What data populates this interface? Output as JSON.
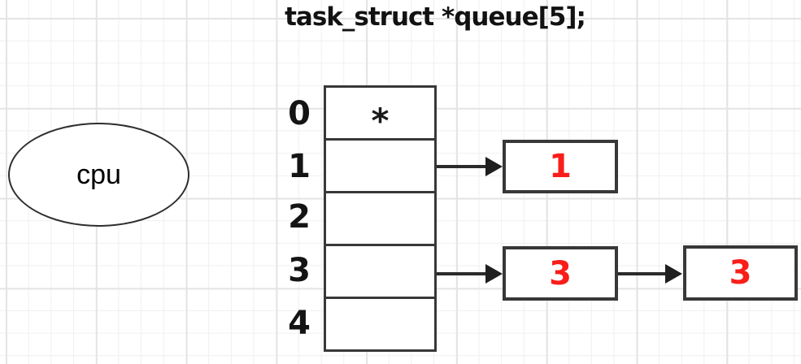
{
  "title": "task_struct *queue[5];",
  "cpu": {
    "label": "cpu"
  },
  "array": {
    "indices": [
      "0",
      "1",
      "2",
      "3",
      "4"
    ],
    "cells": [
      "*",
      "",
      "",
      "",
      ""
    ]
  },
  "nodes": {
    "queue1_a": "1",
    "queue3_a": "3",
    "queue3_b": "3"
  },
  "colors": {
    "node_value_red": "#f91e1a",
    "shape_outline": "#383838",
    "text_black": "#141414",
    "grid_minor": "#f0f0f0",
    "grid_major": "#e4e4e4"
  }
}
